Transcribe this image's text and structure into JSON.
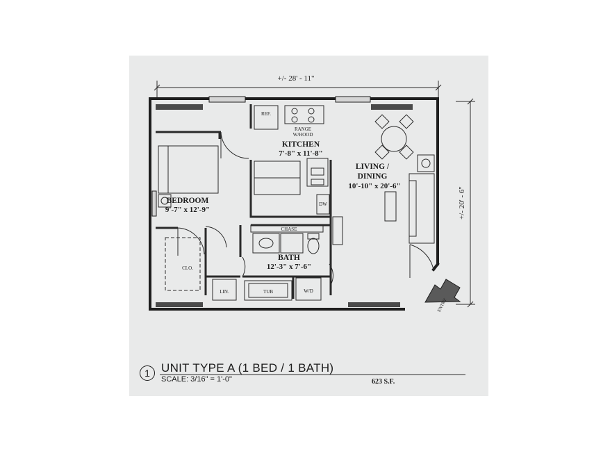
{
  "plan": {
    "overall_width": "+/- 28' - 11\"",
    "overall_depth": "+/- 20' - 6\"",
    "rooms": {
      "kitchen": {
        "name": "KITCHEN",
        "size": "7'-8\" x 11'-8\""
      },
      "living": {
        "name_line1": "LIVING /",
        "name_line2": "DINING",
        "size": "10'-10\" x 20'-6\""
      },
      "bedroom": {
        "name": "BEDROOM",
        "size": "9'-7\" x 12'-9\""
      },
      "bath": {
        "name": "BATH",
        "size": "12'-3\" x 7'-6\""
      }
    },
    "fixtures": {
      "ref": "REF.",
      "range_line1": "RANGE",
      "range_line2": "W/HOOD",
      "dw": "DW",
      "chase": "CHASE",
      "closet": "CLO.",
      "linen": "LIN.",
      "tub": "TUB",
      "wd": "W/D",
      "entry": "ENTRY"
    }
  },
  "title_block": {
    "number": "1",
    "title": "UNIT TYPE A (1 BED / 1 BATH)",
    "scale": "SCALE:  3/16\" = 1'-0\"",
    "area": "623 S.F."
  }
}
